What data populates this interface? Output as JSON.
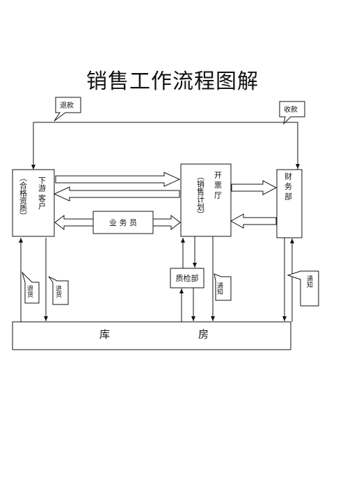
{
  "title": "销售工作流程图解",
  "nodes": {
    "downstream_main": "下游  客户",
    "downstream_sub": "（合格资质）",
    "sales_rep": "业   务   员",
    "billing_main": "开   票   厅",
    "billing_sub": "（销售计划）",
    "finance": "财   务   部",
    "qc": "质检部",
    "warehouse_left": "库",
    "warehouse_right": "房"
  },
  "callouts": {
    "refund": "退款",
    "collect": "收款",
    "return_goods": "退货",
    "stock_in": "进货",
    "notify_1": "通知",
    "notify_2": "通知"
  }
}
